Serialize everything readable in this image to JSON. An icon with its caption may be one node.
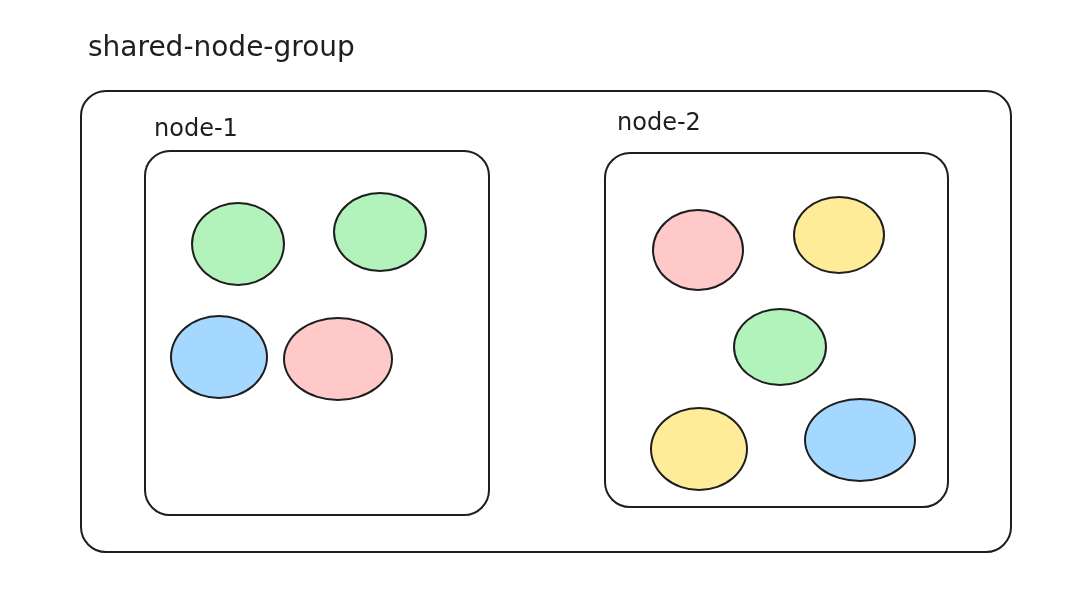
{
  "diagram": {
    "nodes": [
      {
        "text": [
          "shared-node-group"
        ]
      },
      {
        "text": [
          "node-1"
        ],
        "in": 0
      },
      {
        "text": [],
        "shape": "circle",
        "in": 1
      },
      {
        "text": [],
        "shape": "circle",
        "in": 1
      },
      {
        "text": [],
        "shape": "circle",
        "in": 1
      },
      {
        "text": [],
        "shape": "circle",
        "in": 1
      },
      {
        "text": [
          "node-2"
        ],
        "in": 0
      },
      {
        "text": [],
        "shape": "circle",
        "in": 6
      },
      {
        "text": [],
        "shape": "circle",
        "in": 6
      },
      {
        "text": [],
        "shape": "circle",
        "in": 6
      },
      {
        "text": [],
        "shape": "circle",
        "in": 6
      },
      {
        "text": [],
        "shape": "circle",
        "in": 6
      }
    ]
  }
}
